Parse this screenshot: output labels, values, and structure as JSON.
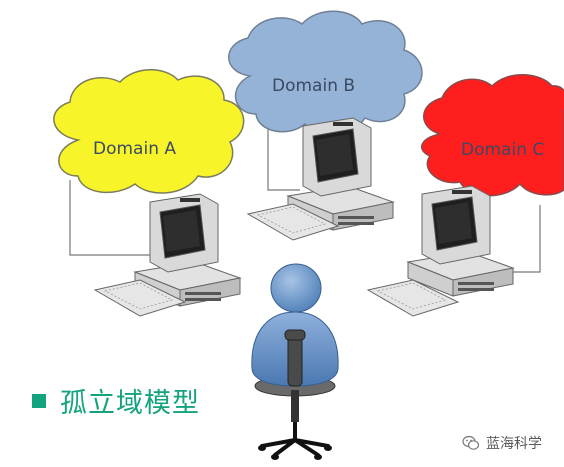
{
  "clouds": [
    {
      "label": "Domain A",
      "color": "#f7f52a"
    },
    {
      "label": "Domain B",
      "color": "#95b3d7"
    },
    {
      "label": "Domain C",
      "color": "#ff1e1e"
    }
  ],
  "caption": {
    "text": "孤立域模型",
    "color": "#14a37f"
  },
  "watermark": {
    "text": "蓝海科学",
    "icon": "wechat-icon"
  }
}
